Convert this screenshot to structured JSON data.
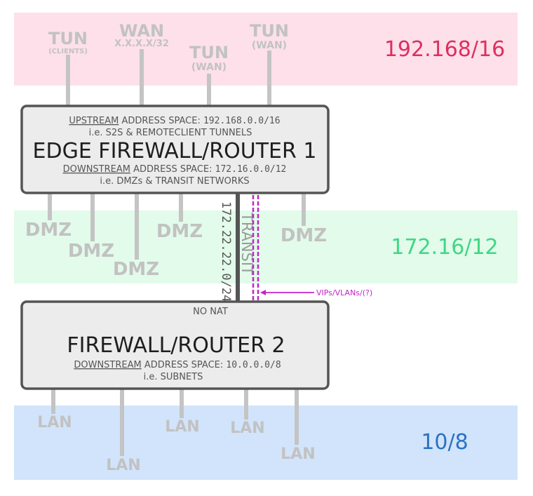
{
  "colors": {
    "band_top": "#fde0ea",
    "band_mid": "#e2fbea",
    "band_bottom": "#d1e4fb",
    "label_top": "#dd2f60",
    "label_mid": "#3fd784",
    "label_bottom": "#2a72c4",
    "box_fill": "#ececec",
    "box_stroke": "#555555",
    "line_gray": "#c4c4c4",
    "transit_line": "#555555",
    "vip_magenta": "#c224c9",
    "port_text": "#c2c2c2"
  },
  "bands": {
    "top_label": "192.168/16",
    "mid_label": "172.16/12",
    "bottom_label": "10/8"
  },
  "upstream_ports": [
    {
      "main": "TUN",
      "sub": "(CLIENTS)"
    },
    {
      "main": "WAN",
      "sub": "X.X.X.X/32"
    },
    {
      "main": "TUN",
      "sub": "(WAN)"
    },
    {
      "main": "TUN",
      "sub": "(WAN)"
    }
  ],
  "edge": {
    "title": "EDGE FIREWALL/ROUTER 1",
    "upstream_term": "UPSTREAM",
    "upstream_rest": " ADDRESS SPACE: ",
    "upstream_cidr": "192.168.0.0/16",
    "upstream_note": "i.e. S2S & REMOTECLIENT TUNNELS",
    "downstream_term": "DOWNSTREAM",
    "downstream_rest": " ADDRESS SPACE: ",
    "downstream_cidr": "172.16.0.0/12",
    "downstream_note": "i.e. DMZs & TRANSIT NETWORKS"
  },
  "dmz_labels": [
    "DMZ",
    "DMZ",
    "DMZ",
    "DMZ",
    "DMZ"
  ],
  "transit": {
    "cidr": "172.22.22.0/24",
    "label": "TRANSIT",
    "vip_label": "VIPs/VLANs/(?)"
  },
  "fw2": {
    "nat": "NO NAT",
    "title": "FIREWALL/ROUTER 2",
    "downstream_term": "DOWNSTREAM",
    "downstream_rest": " ADDRESS SPACE: ",
    "downstream_cidr": "10.0.0.0/8",
    "downstream_note": "i.e. SUBNETS"
  },
  "lan_labels": [
    "LAN",
    "LAN",
    "LAN",
    "LAN",
    "LAN"
  ]
}
